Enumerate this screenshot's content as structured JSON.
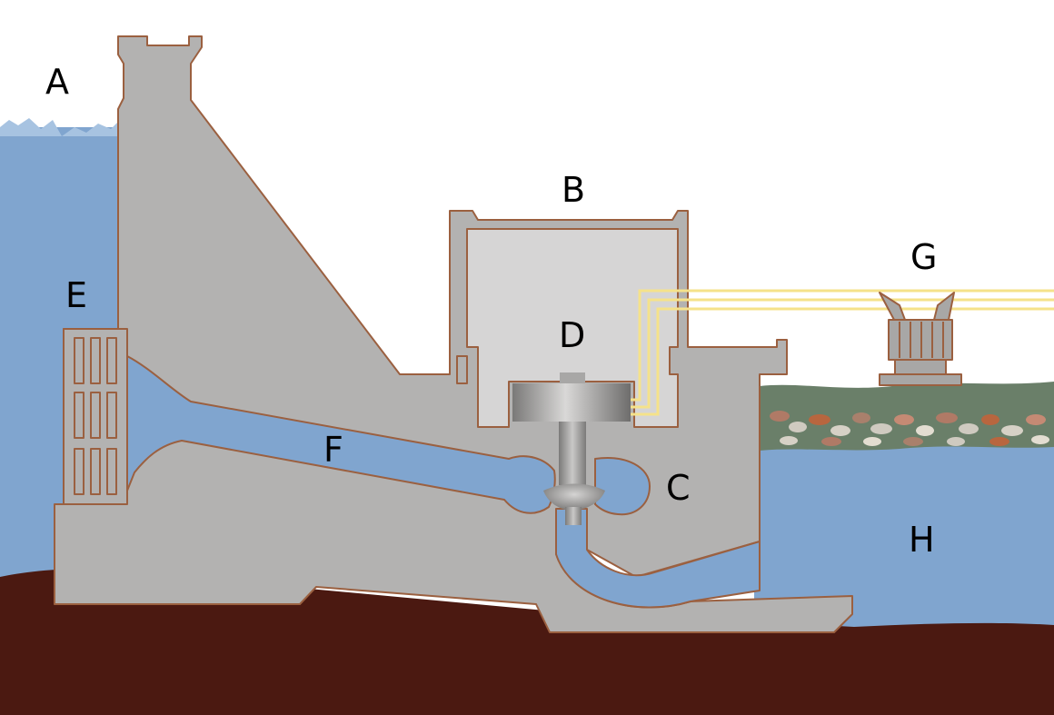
{
  "labels": {
    "reservoir": "A",
    "powerhouse": "B",
    "turbine_chamber": "C",
    "generator": "D",
    "intake": "E",
    "penstock": "F",
    "transformer": "G",
    "river": "H"
  },
  "colors": {
    "water": "#80a5cf",
    "water_light": "#a7c3e1",
    "concrete": "#b3b2b1",
    "concrete_inner": "#d6d5d5",
    "outline": "#9b6040",
    "ground": "#4b1911",
    "grass": "#6a7f69",
    "power_line": "#f5e28a",
    "metal": "#a8a7a6"
  }
}
